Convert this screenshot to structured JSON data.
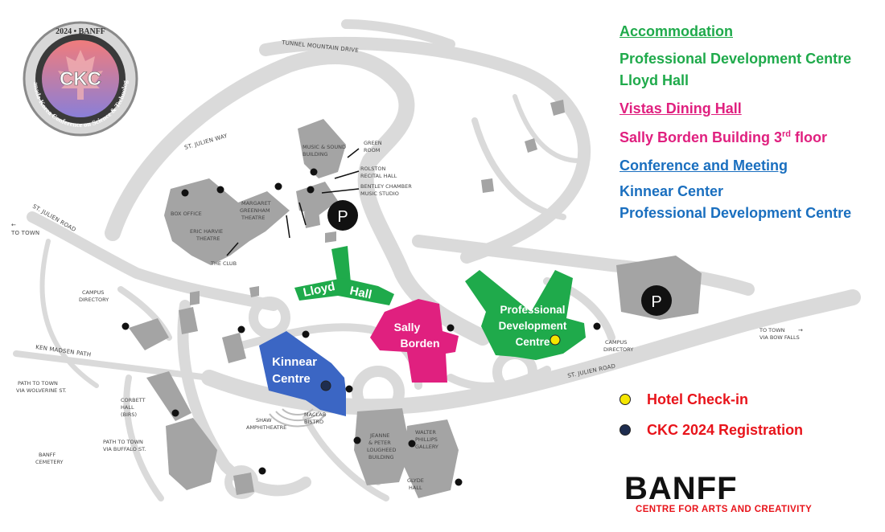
{
  "legend": {
    "accommodation_heading": "Accommodation",
    "accommodation_items": [
      "Professional Development Centre",
      "Lloyd Hall"
    ],
    "dining_heading": "Vistas Dining Hall",
    "dining_item": "Sally Borden Building 3",
    "dining_item_sup": "rd",
    "dining_item_tail": " floor",
    "conference_heading": "Conference and Meeting",
    "conference_items": [
      "Kinnear Center",
      "Professional Development Centre"
    ]
  },
  "keys": {
    "hotel_checkin": "Hotel Check-in",
    "registration": "CKC 2024 Registration"
  },
  "brand": {
    "word": "BANFF",
    "subtitle": "CENTRE FOR ARTS AND CREATIVITY"
  },
  "logo": {
    "top_text": "2024 • BANFF",
    "center": "CKC",
    "arc_text": "Canada-Korea Conference on Science & Technology"
  },
  "buildings": {
    "lloyd_1": "Lloyd",
    "lloyd_2": "Hall",
    "sally_1": "Sally",
    "sally_2": "Borden",
    "kinnear_1": "Kinnear",
    "kinnear_2": "Centre",
    "pdc_1": "Professional",
    "pdc_2": "Development",
    "pdc_3": "Centre"
  },
  "parking": "P",
  "labels": {
    "tunnel": "TUNNEL MOUNTAIN DRIVE",
    "st_julien_way": "ST. JULIEN WAY",
    "st_julien_road_left": "ST. JULIEN ROAD",
    "st_julien_road_right": "ST. JULIEN ROAD",
    "to_town": "TO TOWN",
    "music_1": "MUSIC & SOUND",
    "music_2": "BUILDING",
    "green_1": "GREEN",
    "green_2": "ROOM",
    "rolston_1": "ROLSTON",
    "rolston_2": "RECITAL HALL",
    "bentley_1": "BENTLEY CHAMBER",
    "bentley_2": "MUSIC STUDIO",
    "box_office": "BOX OFFICE",
    "margaret_1": "MARGARET",
    "margaret_2": "GREENHAM",
    "margaret_3": "THEATRE",
    "eric_1": "ERIC HARVIE",
    "eric_2": "THEATRE",
    "the_club": "THE CLUB",
    "campus_dir_1": "CAMPUS",
    "campus_dir_2": "DIRECTORY",
    "ken_madsen": "KEN MADSEN PATH",
    "path_wolverine_1": "PATH TO TOWN",
    "path_wolverine_2": "VIA WOLVERINE ST.",
    "corbett_1": "CORBETT",
    "corbett_2": "HALL",
    "corbett_3": "(BIRS)",
    "path_buffalo_1": "PATH TO TOWN",
    "path_buffalo_2": "VIA BUFFALO ST.",
    "cemetery_1": "BANFF",
    "cemetery_2": "CEMETERY",
    "shaw_1": "SHAW",
    "shaw_2": "AMPHITHEATRE",
    "maclab_1": "MACLAB",
    "maclab_2": "BISTRO",
    "jeanne_1": "JEANNE",
    "jeanne_2": "& PETER",
    "jeanne_3": "LOUGHEED",
    "jeanne_4": "BUILDING",
    "walter_1": "WALTER",
    "walter_2": "PHILLIPS",
    "walter_3": "GALLERY",
    "glyde_1": "GLYDE",
    "glyde_2": "HALL",
    "campus_dir_r1": "CAMPUS",
    "campus_dir_r2": "DIRECTORY",
    "to_town_bow_1": "TO TOWN",
    "to_town_bow_2": "VIA BOW FALLS"
  },
  "colors": {
    "accommodation": "#1faa4b",
    "dining": "#e0207f",
    "conference": "#1a6fbf",
    "alert": "#e8141b",
    "building": "#a4a4a4",
    "road": "#dcdcdc",
    "hotel_dot": "#f5e600",
    "registration_dot": "#1e2d4f"
  }
}
